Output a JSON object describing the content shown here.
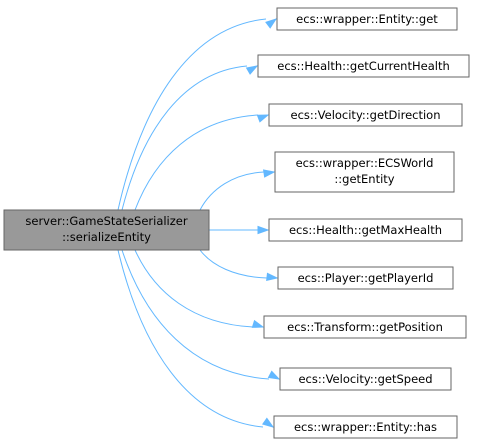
{
  "colors": {
    "source_fill": "#999999",
    "target_fill": "#ffffff",
    "node_border": "#666666",
    "edge": "#63b8ff"
  },
  "source": {
    "lines": [
      "server::GameStateSerializer",
      "::serializeEntity"
    ]
  },
  "targets": [
    {
      "id": "entity-get",
      "lines": [
        "ecs::wrapper::Entity::get"
      ]
    },
    {
      "id": "health-get-current-health",
      "lines": [
        "ecs::Health::getCurrentHealth"
      ]
    },
    {
      "id": "velocity-get-direction",
      "lines": [
        "ecs::Velocity::getDirection"
      ]
    },
    {
      "id": "ecsworld-get-entity",
      "lines": [
        "ecs::wrapper::ECSWorld",
        "::getEntity"
      ]
    },
    {
      "id": "health-get-max-health",
      "lines": [
        "ecs::Health::getMaxHealth"
      ]
    },
    {
      "id": "player-get-player-id",
      "lines": [
        "ecs::Player::getPlayerId"
      ]
    },
    {
      "id": "transform-get-position",
      "lines": [
        "ecs::Transform::getPosition"
      ]
    },
    {
      "id": "velocity-get-speed",
      "lines": [
        "ecs::Velocity::getSpeed"
      ]
    },
    {
      "id": "entity-has",
      "lines": [
        "ecs::wrapper::Entity::has"
      ]
    }
  ]
}
